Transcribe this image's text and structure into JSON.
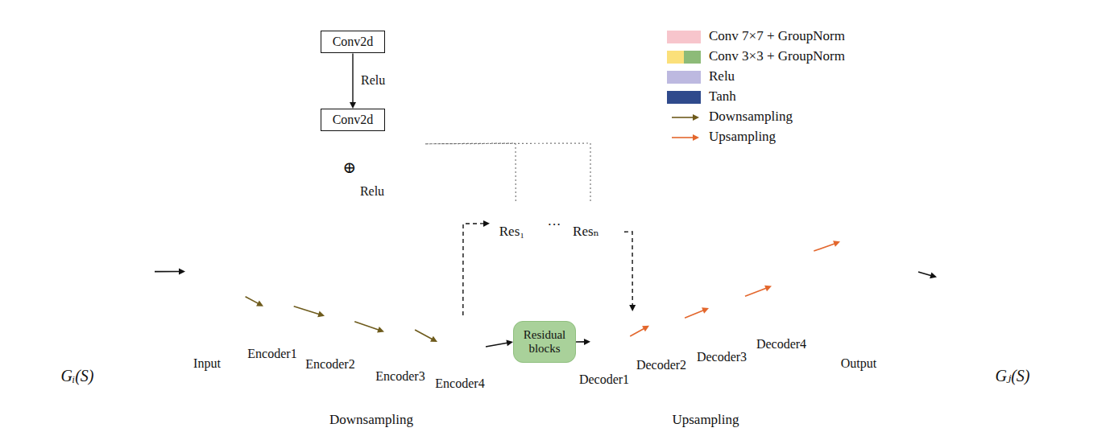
{
  "diagram": {
    "nodes": [
      {
        "text": [
          "Gᵢ(S)"
        ]
      },
      {
        "text": [
          "⊕",
          "Relu"
        ]
      },
      {
        "text": [
          "Conv2d"
        ],
        "in": 1
      },
      {
        "text": [
          "Conv2d"
        ],
        "in": 1
      },
      {
        "text": [
          "Input"
        ]
      },
      {
        "text": [
          "Encoder1"
        ]
      },
      {
        "text": [
          "Encoder2"
        ]
      },
      {
        "text": [
          "Encoder3"
        ]
      },
      {
        "text": [
          "Encoder4"
        ]
      },
      {
        "text": [
          "Res₁"
        ]
      },
      {
        "text": [
          "Resₙ"
        ]
      },
      {
        "text": [
          "Residual blocks"
        ]
      },
      {
        "text": [
          "Decoder1"
        ]
      },
      {
        "text": [
          "Decoder2"
        ]
      },
      {
        "text": [
          "Decoder3"
        ]
      },
      {
        "text": [
          "Decoder4"
        ]
      },
      {
        "text": [
          "Output"
        ]
      },
      {
        "text": [
          "Gⱼ(S)"
        ]
      }
    ],
    "edges": [
      {
        "from": 0,
        "to": 4,
        "arrow": "to"
      },
      {
        "from": 2,
        "to": 3,
        "label": "Relu",
        "arrow": "to"
      },
      {
        "from": 4,
        "to": 5,
        "arrow": "to"
      },
      {
        "from": 5,
        "to": 6,
        "arrow": "to"
      },
      {
        "from": 6,
        "to": 7,
        "arrow": "to"
      },
      {
        "from": 7,
        "to": 8,
        "arrow": "to"
      },
      {
        "from": 8,
        "to": 9,
        "arrow": "to"
      },
      {
        "from": 8,
        "to": 11,
        "arrow": "to"
      },
      {
        "from": 9,
        "to": 1,
        "arrow": "none"
      },
      {
        "from": 10,
        "to": 1,
        "arrow": "none"
      },
      {
        "from": 10,
        "to": 12,
        "arrow": "to"
      },
      {
        "from": 11,
        "to": 12,
        "arrow": "to"
      },
      {
        "from": 12,
        "to": 13,
        "arrow": "to"
      },
      {
        "from": 13,
        "to": 14,
        "arrow": "to"
      },
      {
        "from": 14,
        "to": 15,
        "arrow": "to"
      },
      {
        "from": 15,
        "to": 16,
        "arrow": "to"
      },
      {
        "from": 16,
        "to": 17,
        "arrow": "to"
      }
    ],
    "labels": [
      "···",
      "Downsampling",
      "Upsampling"
    ],
    "legend": [
      {
        "text": "Conv 7×7 + GroupNorm",
        "color": "#f7c5cc"
      },
      {
        "text": "Conv 3×3 + GroupNorm",
        "color": "#fbe07a"
      },
      {
        "text": "Relu",
        "color": "#bdb9e0"
      },
      {
        "text": "Tanh",
        "color": "#2f4a8c"
      },
      {
        "text": "Downsampling"
      },
      {
        "text": "Upsampling"
      }
    ]
  }
}
